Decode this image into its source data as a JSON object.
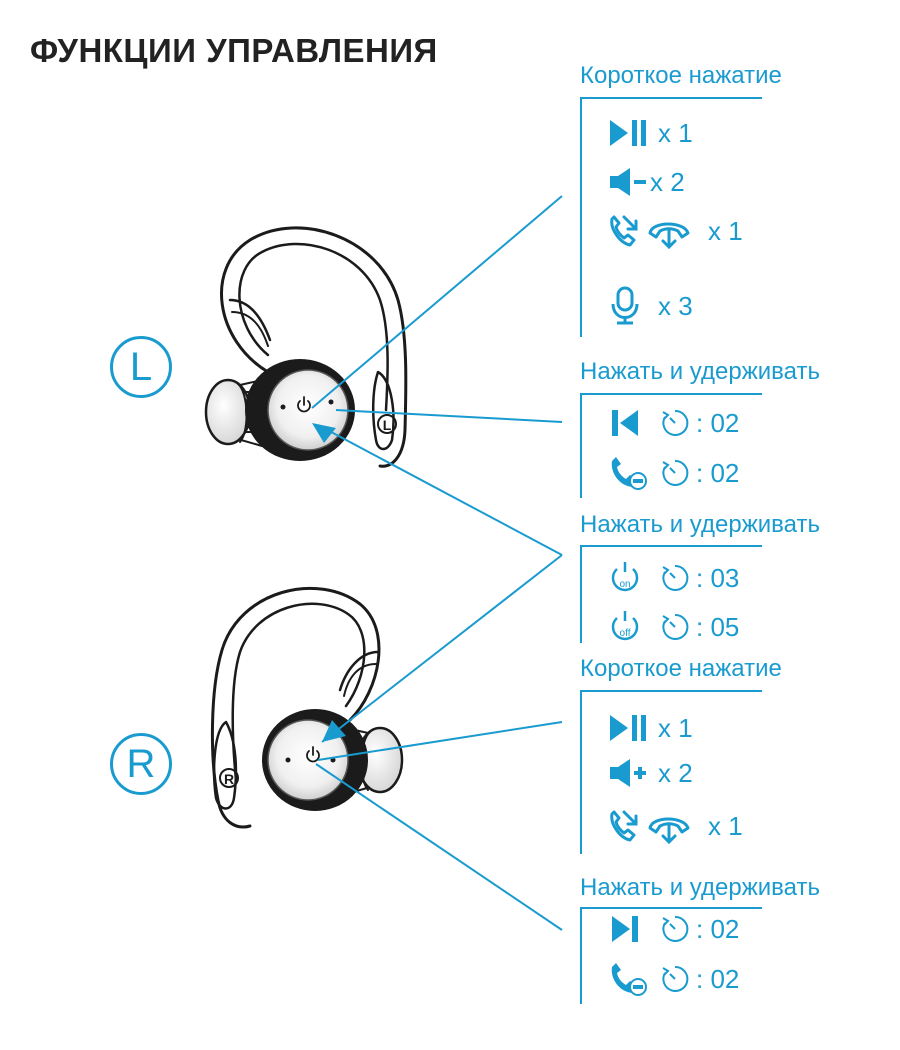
{
  "title": "ФУНКЦИИ УПРАВЛЕНИЯ",
  "colors": {
    "accent": "#1a9bd0",
    "ink": "#222222"
  },
  "left_badge": "L",
  "right_badge": "R",
  "groups": [
    {
      "heading": "Короткое нажатие",
      "rows": [
        {
          "icon": "play-pause-icon",
          "value": "x 1"
        },
        {
          "icon": "volume-down-icon",
          "value": "x 2"
        },
        {
          "icon": "answer-decline-call-icon",
          "value": "x 1"
        },
        {
          "icon": "microphone-icon",
          "value": "x 3"
        }
      ]
    },
    {
      "heading": "Нажать и удерживать",
      "rows": [
        {
          "icon": "previous-track-icon",
          "timer_icon": "timer-icon",
          "value": ": 02"
        },
        {
          "icon": "end-call-icon",
          "timer_icon": "timer-icon",
          "value": ": 02"
        }
      ]
    },
    {
      "heading": "Нажать и удерживать",
      "rows": [
        {
          "icon": "power-on-icon",
          "icon_text": "on",
          "timer_icon": "timer-icon",
          "value": ": 03"
        },
        {
          "icon": "power-off-icon",
          "icon_text": "off",
          "timer_icon": "timer-icon",
          "value": ": 05"
        }
      ]
    },
    {
      "heading": "Короткое нажатие",
      "rows": [
        {
          "icon": "play-pause-icon",
          "value": "x 1"
        },
        {
          "icon": "volume-up-icon",
          "value": "x 2"
        },
        {
          "icon": "answer-decline-call-icon",
          "value": "x 1"
        }
      ]
    },
    {
      "heading": "Нажать и удерживать",
      "rows": [
        {
          "icon": "next-track-icon",
          "timer_icon": "timer-icon",
          "value": ": 02"
        },
        {
          "icon": "end-call-icon",
          "timer_icon": "timer-icon",
          "value": ": 02"
        }
      ]
    }
  ]
}
